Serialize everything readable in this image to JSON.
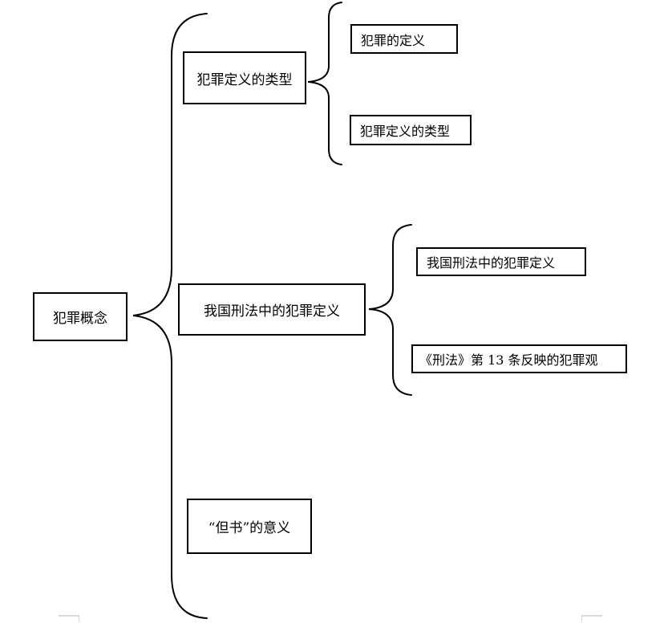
{
  "root": {
    "label": "犯罪概念"
  },
  "level1": [
    {
      "label": "犯罪定义的类型"
    },
    {
      "label": "我国刑法中的犯罪定义"
    },
    {
      "label": "“但书”的意义"
    }
  ],
  "level2_group1": [
    {
      "label": "犯罪的定义"
    },
    {
      "label": "犯罪定义的类型"
    }
  ],
  "level2_group2": [
    {
      "label": "我国刑法中的犯罪定义"
    },
    {
      "label": "《刑法》第 13 条反映的犯罪观"
    }
  ]
}
